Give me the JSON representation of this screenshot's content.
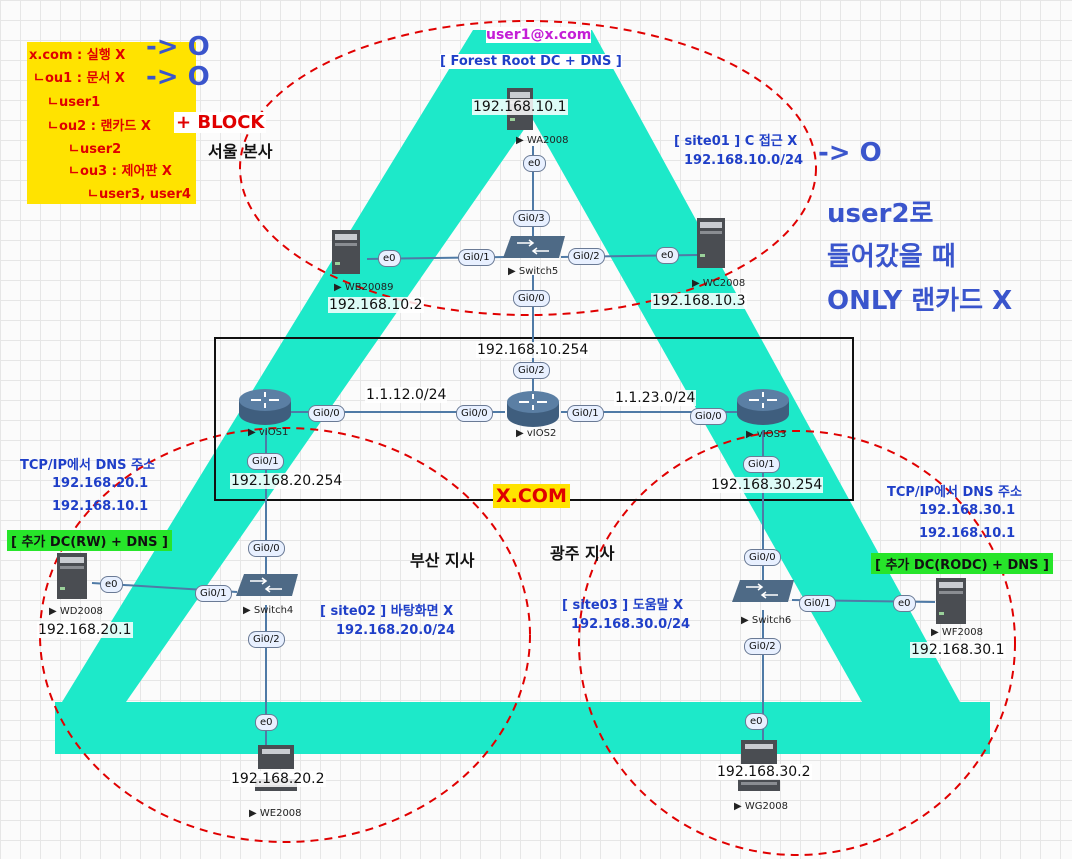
{
  "legend": {
    "line1": "x.com : 실행 X",
    "line2": "ㄴou1 : 문서 X",
    "line3": "ㄴuser1",
    "line4": "ㄴou2 : 랜카드 X",
    "line5": "ㄴuser2",
    "line6": "ㄴou3 : 제어판 X",
    "line7": "ㄴuser3, user4",
    "arrow1": "-> O",
    "arrow2": "-> O",
    "block": "+ BLOCK"
  },
  "seoul": {
    "title": "서울 본사",
    "user": "user1@x.com",
    "root_dc": "[ Forest Root DC + DNS ]",
    "site_label": "[ site01 ] C 접근 X",
    "subnet": "192.168.10.0/24",
    "arrow": "-> O",
    "note_line1": "user2로",
    "note_line2": "들어갔을 때",
    "note_line3": "ONLY 랜카드 X"
  },
  "busan": {
    "title": "부산 지사",
    "dns_title": "TCP/IP에서 DNS 주소",
    "dns1": "192.168.20.1",
    "dns2": "192.168.10.1",
    "badge": "[ 추가 DC(RW) + DNS ]",
    "site_label": "[ site02 ] 바탕화면 X",
    "subnet": "192.168.20.0/24"
  },
  "gwangju": {
    "title": "광주 지사",
    "dns_title": "TCP/IP에서 DNS 주소",
    "dns1": "192.168.30.1",
    "dns2": "192.168.10.1",
    "badge": "[ 추가 DC(RODC) + DNS ]",
    "site_label": "[ site03 ] 도움말 X",
    "subnet": "192.168.30.0/24"
  },
  "domain_badge": "X.COM",
  "devices": {
    "wa": {
      "name": "WA2008",
      "ip": "192.168.10.1"
    },
    "wb": {
      "name": "WB20089",
      "ip": "192.168.10.2"
    },
    "wc": {
      "name": "WC2008",
      "ip": "192.168.10.3"
    },
    "wd": {
      "name": "WD2008",
      "ip": "192.168.20.1"
    },
    "we": {
      "name": "WE2008",
      "ip": "192.168.20.2"
    },
    "wf": {
      "name": "WF2008",
      "ip": "192.168.30.1"
    },
    "wg": {
      "name": "WG2008",
      "ip": "192.168.30.2"
    },
    "sw5": {
      "name": "Switch5"
    },
    "sw4": {
      "name": "Switch4"
    },
    "sw6": {
      "name": "Switch6"
    },
    "r1": {
      "name": "vIOS1",
      "ip": "192.168.20.254"
    },
    "r2": {
      "name": "vIOS2",
      "ip": "192.168.10.254"
    },
    "r3": {
      "name": "vIOS3",
      "ip": "192.168.30.254"
    }
  },
  "links": {
    "net12": "1.1.12.0/24",
    "net23": "1.1.23.0/24"
  },
  "ports": {
    "wa_e0": "e0",
    "sw5_g03": "Gi0/3",
    "sw5_g01": "Gi0/1",
    "sw5_g02": "Gi0/2",
    "sw5_g00": "Gi0/0",
    "wb_e0": "e0",
    "wc_e0": "e0",
    "r2_g02": "Gi0/2",
    "r2_g00": "Gi0/0",
    "r2_g01": "Gi0/1",
    "r1_g00": "Gi0/0",
    "r1_g01": "Gi0/1",
    "r3_g00": "Gi0/0",
    "r3_g01": "Gi0/1",
    "sw4_g00": "Gi0/0",
    "sw4_g01": "Gi0/1",
    "sw4_g02": "Gi0/2",
    "wd_e0": "e0",
    "we_e0": "e0",
    "sw6_g00": "Gi0/0",
    "sw6_g01": "Gi0/1",
    "sw6_g02": "Gi0/2",
    "wf_e0": "e0",
    "wg_e0": "e0"
  }
}
